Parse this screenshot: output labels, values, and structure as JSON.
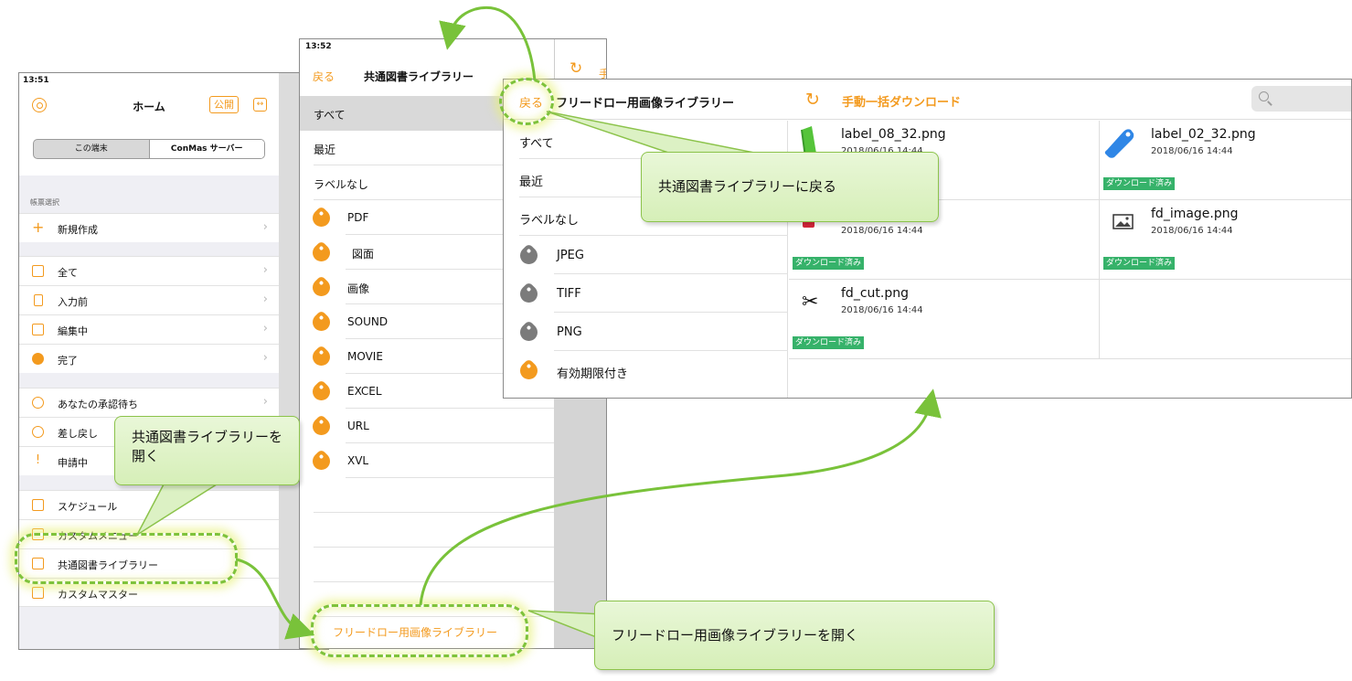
{
  "home": {
    "time": "13:51",
    "title": "ホーム",
    "publish_button": "公開",
    "segment": [
      "この端末",
      "ConMas サーバー"
    ],
    "section_label": "帳票選択",
    "new_label": "新規作成",
    "group1": [
      "全て",
      "入力前",
      "編集中",
      "完了"
    ],
    "group2": [
      "あなたの承認待ち",
      "差し戻し",
      "申請中"
    ],
    "group3": [
      "スケジュール",
      "カスタムメニュー",
      "共通図書ライブラリー",
      "カスタムマスター"
    ]
  },
  "shared_library": {
    "time": "13:52",
    "back": "戻る",
    "title": "共通図書ライブラリー",
    "partial_action": "手",
    "items": [
      "すべて",
      "最近",
      "ラベルなし"
    ],
    "tags": [
      "PDF",
      "図面",
      "画像",
      "SOUND",
      "MOVIE",
      "EXCEL",
      "URL",
      "XVL"
    ],
    "footer_link": "フリードロー用画像ライブラリー"
  },
  "image_library": {
    "back": "戻る",
    "title": "フリードロー用画像ライブラリー",
    "download_all": "手動一括ダウンロード",
    "items": [
      "すべて",
      "最近",
      "ラベルなし"
    ],
    "tags": [
      {
        "label": "JPEG",
        "color": "#7b7b7b"
      },
      {
        "label": "TIFF",
        "color": "#7b7b7b"
      },
      {
        "label": "PNG",
        "color": "#7b7b7b"
      },
      {
        "label": "有効期限付き",
        "color": "#f39a1e"
      }
    ],
    "files": [
      {
        "name": "label_08_32.png",
        "date": "2018/06/16 14:44",
        "badge": ""
      },
      {
        "name": "label_02_32.png",
        "date": "2018/06/16 14:44",
        "badge": "ダウンロード済み"
      },
      {
        "name": "",
        "date": "2018/06/16 14:44",
        "badge": "ダウンロード済み"
      },
      {
        "name": "fd_image.png",
        "date": "2018/06/16 14:44",
        "badge": "ダウンロード済み"
      },
      {
        "name": "fd_cut.png",
        "date": "2018/06/16 14:44",
        "badge": "ダウンロード済み"
      }
    ]
  },
  "callouts": {
    "open_shared": "共通図書ライブラリーを開く",
    "back_to_shared": "共通図書ライブラリーに戻る",
    "open_image_lib": "フリードロー用画像ライブラリーを開く"
  },
  "colors": {
    "accent": "#f39a1e",
    "badge": "#36b26a",
    "callout_border": "#8cc34b"
  }
}
